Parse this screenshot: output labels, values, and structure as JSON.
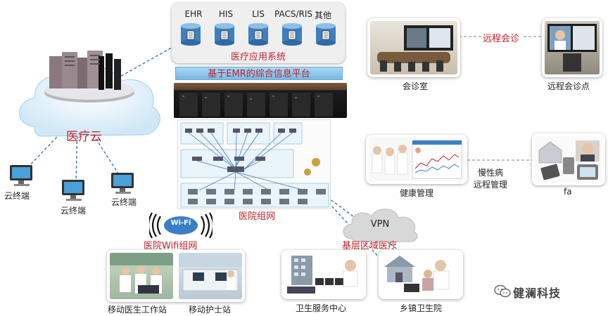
{
  "cloud": {
    "label": "医疗云"
  },
  "terminals": [
    "云终端",
    "云终端",
    "云终端"
  ],
  "apps": {
    "systems": [
      "EHR",
      "HIS",
      "LIS",
      "PACS/RIS",
      "其他"
    ],
    "title": "医疗应用系统"
  },
  "platform": {
    "label": "基于EMR的综合信息平台"
  },
  "hospital_network": {
    "label": "医院组网"
  },
  "wifi": {
    "badge": "Wi-Fi",
    "label": "医院Wifi组网"
  },
  "mobile_stations": [
    "移动医生工作站",
    "移动护士站"
  ],
  "vpn": {
    "label": "VPN"
  },
  "grassroots": {
    "label": "基层区域医疗",
    "sites": [
      "卫生服务中心",
      "乡镇卫生院"
    ]
  },
  "remote_consult": {
    "label": "远程会诊",
    "rooms": [
      "会诊室",
      "远程会诊点"
    ]
  },
  "health_mgmt": {
    "label": "健康管理"
  },
  "chronic": {
    "line1": "慢性病",
    "line2": "远程管理"
  },
  "fa": {
    "label": "fa"
  },
  "brand": {
    "text": "健澜科技"
  },
  "colors": {
    "accent_red": "#c0212b",
    "platform_blue": "#8cc6ea",
    "cloud": "#dff0fa"
  }
}
